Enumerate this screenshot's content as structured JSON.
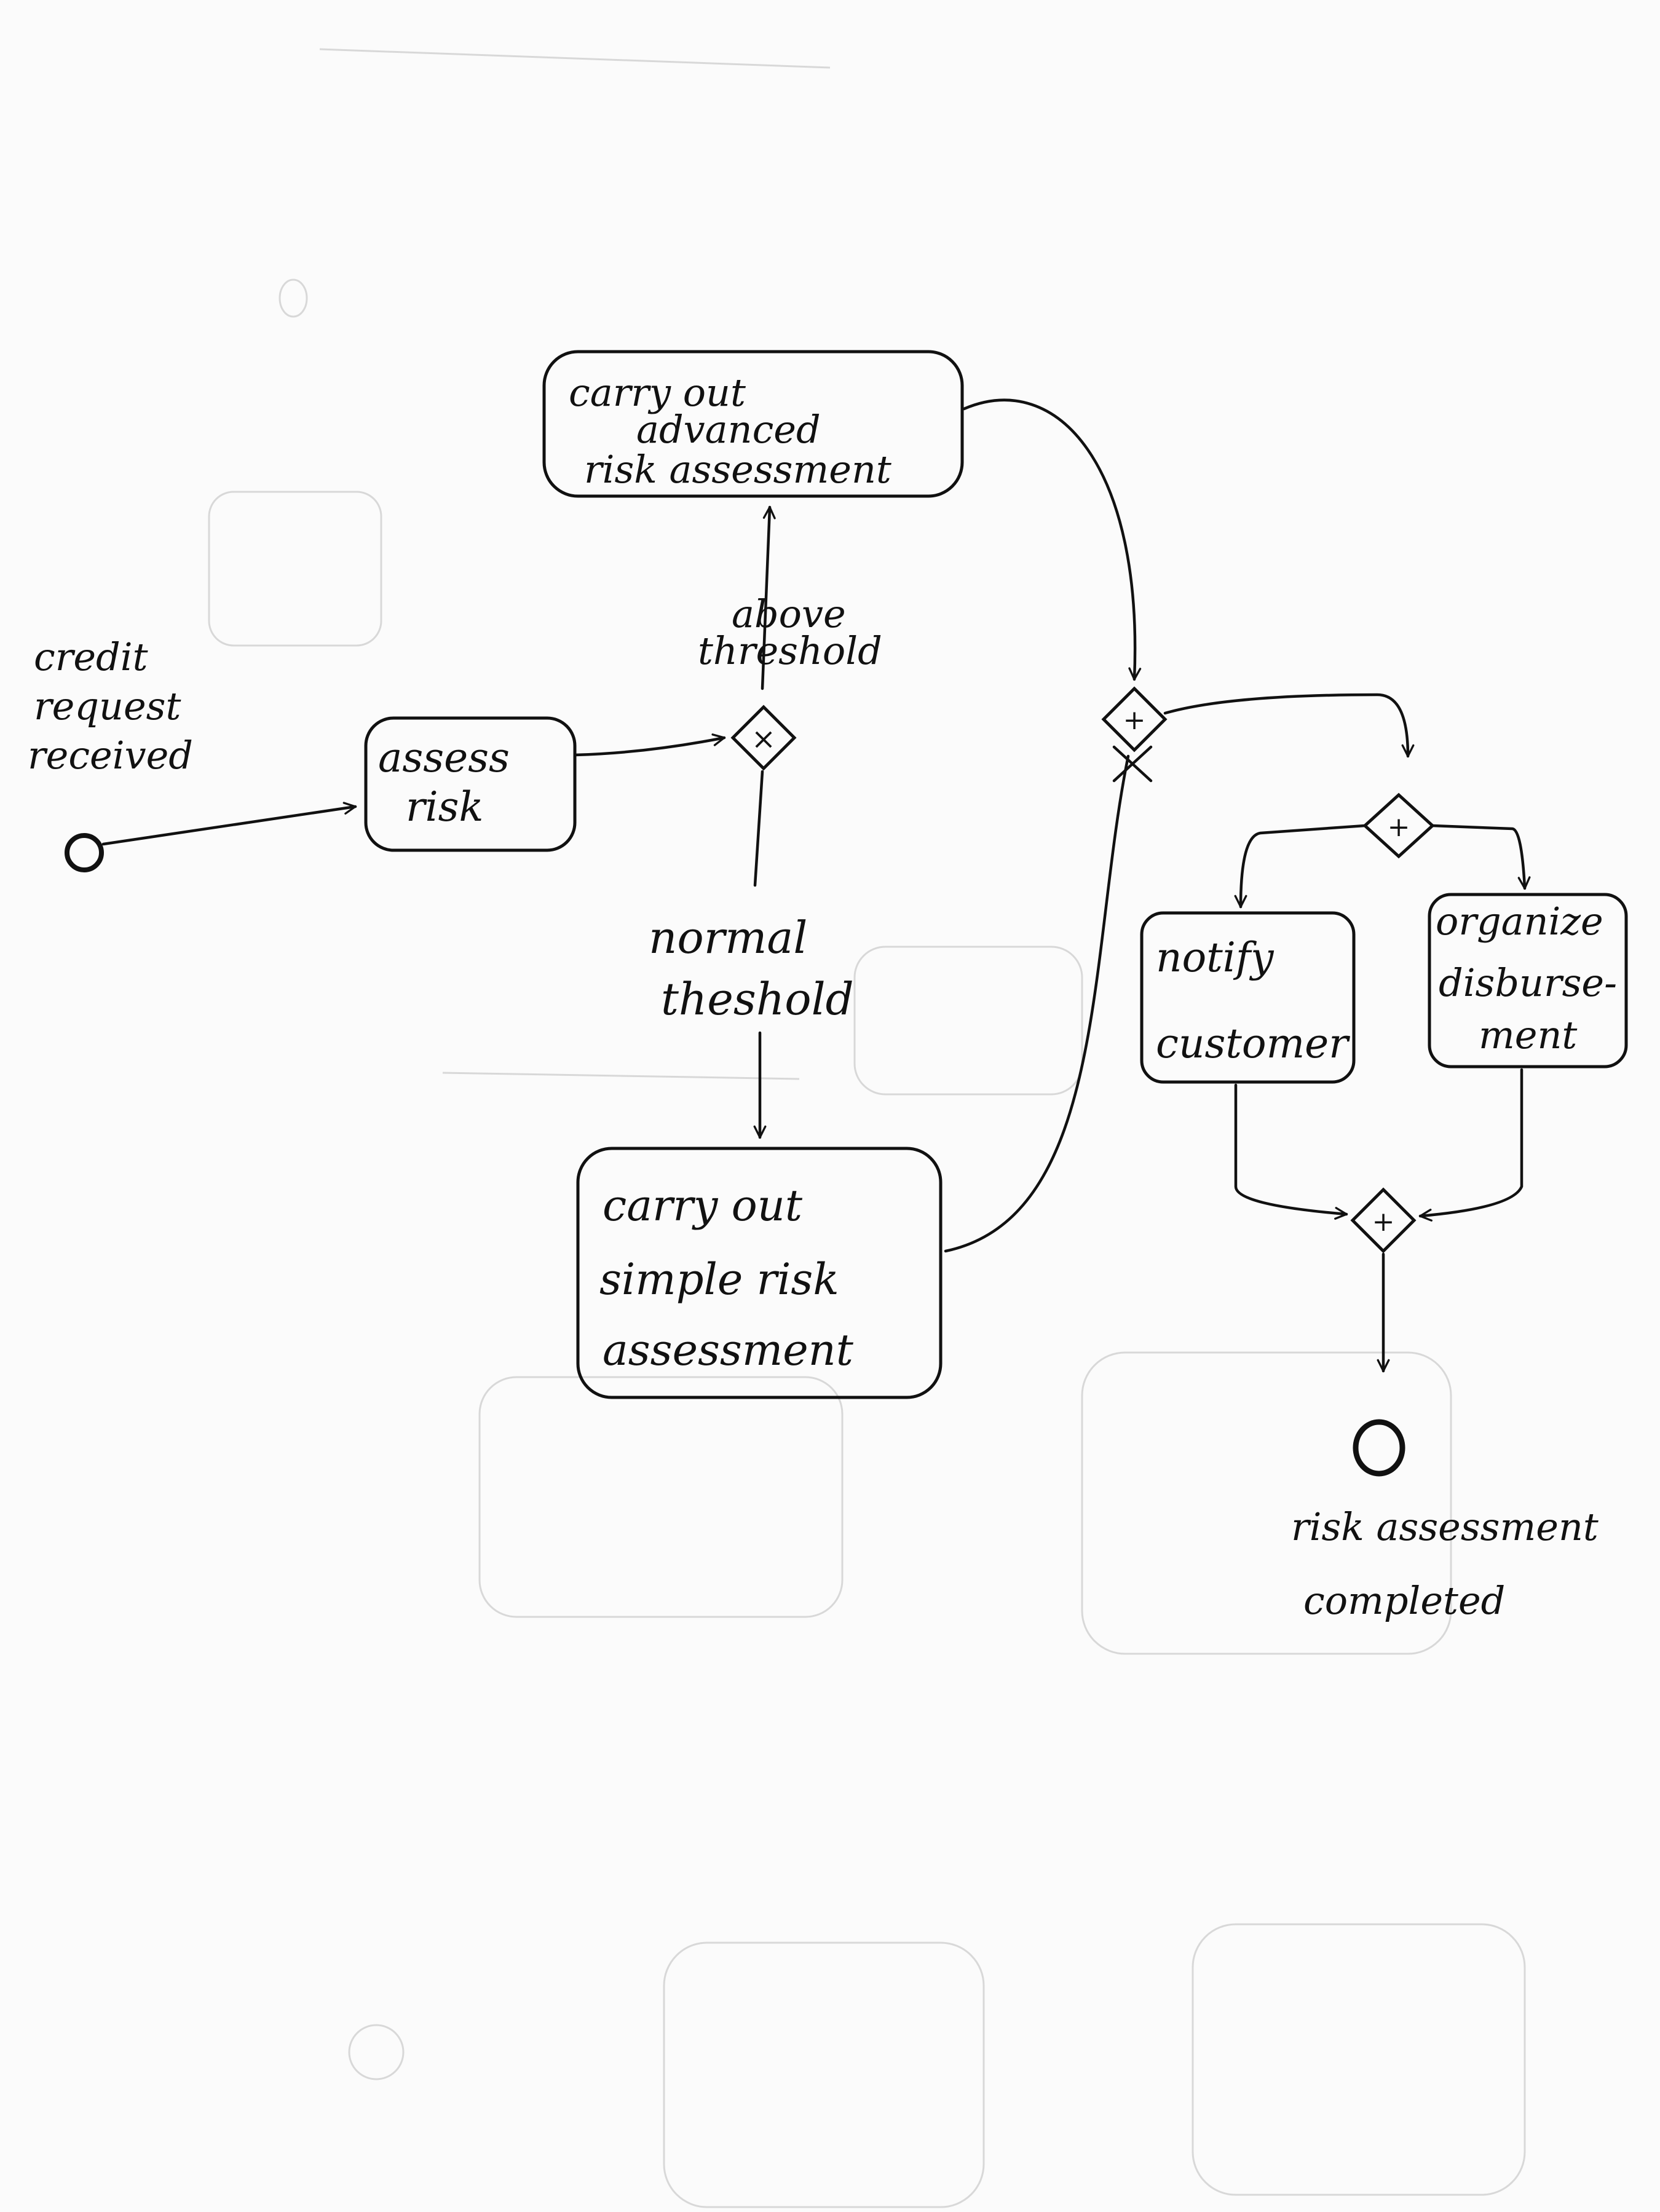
{
  "diagram": {
    "start_event": {
      "label_lines": [
        "credit",
        "request",
        "received"
      ]
    },
    "tasks": {
      "assess_risk": {
        "lines": [
          "assess",
          "risk"
        ]
      },
      "advanced": {
        "lines": [
          "carry out",
          "advanced",
          "risk assessment"
        ]
      },
      "simple": {
        "lines": [
          "carry out",
          "simple risk",
          "assessment"
        ]
      },
      "notify": {
        "lines": [
          "notify",
          "customer"
        ]
      },
      "disburse": {
        "lines": [
          "organize",
          "disburse-",
          "ment"
        ]
      }
    },
    "gateways": {
      "split": {
        "marker": "×"
      },
      "merge": {
        "marker": "+"
      },
      "fork": {
        "marker": "+"
      },
      "join": {
        "marker": "+"
      }
    },
    "conditions": {
      "above": {
        "lines": [
          "above",
          "threshold"
        ]
      },
      "normal": {
        "lines": [
          "normal",
          "theshold"
        ]
      }
    },
    "end_event": {
      "label_lines": [
        "risk assessment",
        "completed"
      ]
    }
  }
}
